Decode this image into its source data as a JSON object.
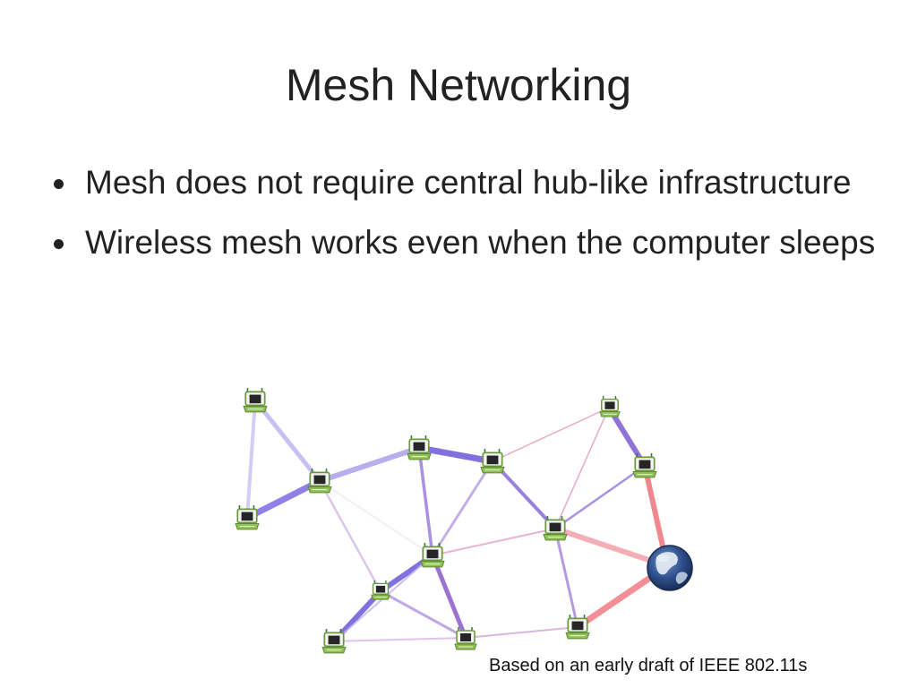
{
  "slide": {
    "title": "Mesh Networking",
    "bullets": [
      "Mesh does not require central hub-like infrastructure",
      "Wireless mesh works even when the computer sleeps"
    ],
    "caption": "Based on an early draft of IEEE 802.11s"
  },
  "diagram": {
    "node_icon": "laptop-icon",
    "gateway_icon": "globe-icon",
    "colors": {
      "strong_link": "#6a58d8",
      "weak_link": "#b9b1ee",
      "magenta_link": "#c08ad0",
      "pink_link": "#e6a0c0",
      "internet_link": "#f07a82",
      "globe_ocean": "#2d4f8e",
      "laptop_green": "#7fb24a"
    }
  }
}
